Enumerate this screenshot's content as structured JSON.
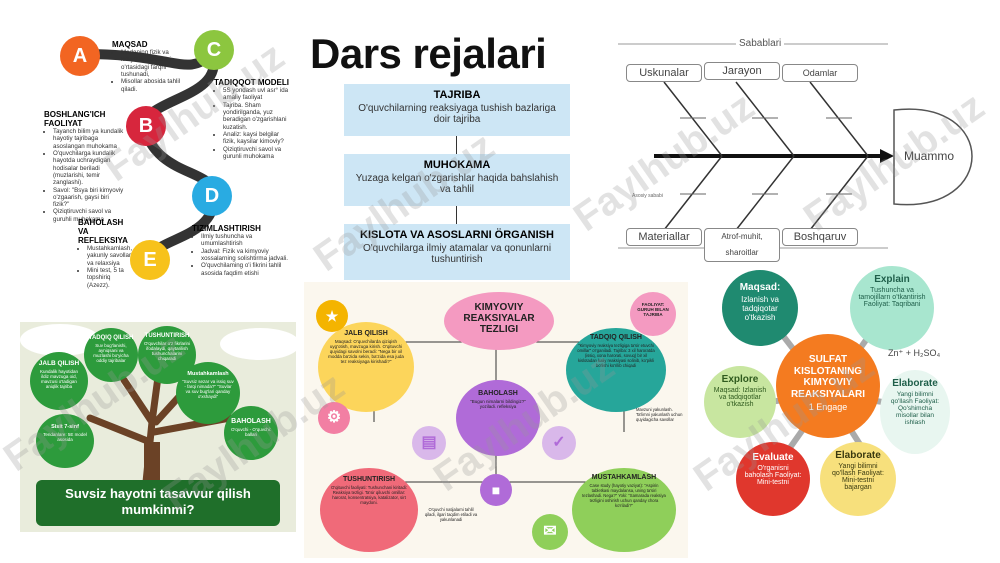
{
  "title": "Dars rejalari",
  "panel_abc": {
    "sections": [
      {
        "letter": "A",
        "color": "#f26522",
        "heading": "MAQSAD",
        "items": [
          "Modaning fizik va kimyoviy xossalari o'rtasidagi farqni tushunadi,",
          "Misollar abosida tahlil qiladi."
        ]
      },
      {
        "letter": "B",
        "color": "#d7263d",
        "heading": "BOSHLANG'ICH FAOLIYAT",
        "items": [
          "Tayanch bilim ya kundalik hayotiy tajribaga asoslangan muhokama",
          "O'quvchilarga kundalik hayotda uchraydigan hodisalar beriladi (muzlarishi, temir zanglashi).",
          "Savol: \"Bsya biri kimyoviy o'zgaarish, gaysi biri fizik?\"",
          "Qiziqtiruvchi savol va guruhli muhokama"
        ]
      },
      {
        "letter": "C",
        "color": "#8cc63f",
        "heading": "TADIQQOT MODELI",
        "items": [
          "5S yondash uvl asr° ida amaliy faoliyat",
          "Tajriba. Sham yondirilganda, yuz beradigan o'zgarishlani kuzatish.",
          "Analiz: kaysi belgilar fizik, kaysilar kimoviy?",
          "Qiziqtiruvchi savol va gurunli muhokama"
        ]
      },
      {
        "letter": "D",
        "color": "#29abe2",
        "heading": "TIZIMLASHTIRISH",
        "items": [
          "Ilmiy tushuncha va umumlashtirish",
          "Jadval: Fizik va kimyoviy xossalarning solishtirma jadvali.",
          "O'quvchilaming o'i fikrini tahlil asosida faqdim etishi"
        ]
      },
      {
        "letter": "E",
        "color": "#f7c21b",
        "heading": "BAHOLASH VA REFLEKSIYA",
        "items": [
          "Mustahkamlash, yakunly savollar va relaxsiya",
          "Mini test, 5 ta topshiriq (Azezz)."
        ]
      }
    ]
  },
  "panel_flow": {
    "steps": [
      {
        "title": "TAJRIBA",
        "text": "O'quvchilarning reaksiyaga tushish bazlariga doir tajriba"
      },
      {
        "title": "MUHOKAMA",
        "text": "Yuzaga kelgan o'zgarishlar haqida bahslahish va tahlil"
      },
      {
        "title": "KISLOTA VA ASOSLARNI ÖRGANISH",
        "text": "O'quvchilarga ilmiy atamalar va qonunlarni tushuntirish"
      }
    ]
  },
  "panel_fishbone": {
    "top_label": "Sabablari",
    "top_boxes": [
      "Uskunalar",
      "Jarayon",
      "Odamlar"
    ],
    "bottom_boxes": [
      "Materiallar",
      "Atrof-muhit, sharoitlar",
      "Boshqaruv"
    ],
    "head": "Muammo",
    "small_note": "Asosiy sababi"
  },
  "panel_tree": {
    "clouds": [
      {
        "title": "JALB QILISH",
        "text": "Kundalik hayotidan ildiz mavzuga oid, mavzusi o'tadigan aniqlik tajriba"
      },
      {
        "title": "TADQIQ QILISH",
        "text": "Suv bug'lanishi, ayniqsani va muzlashi bo'yicha oddiy tajribalar"
      },
      {
        "title": "TUSHUNTIRISH",
        "text": "O'quvchilar o'z fikrlarini ifodalaydi, qaytarilish tushunchalarini chiqaradi"
      },
      {
        "title": "Mustahkamlash",
        "text": "\"Suvsiz sezar va issiq suv - farqi nimada?\" \"Suvlar va suv bug'lari qanday o'xshaydi\""
      },
      {
        "title": "BAHOLASH",
        "text": "O'quvchi - O'quvchi: ballari"
      },
      {
        "title": "Sisit 7-sinf",
        "text": "Tendanlare: 5E model asosida"
      }
    ],
    "banner": "Suvsiz hayotni tasavvur qilish mumkinmi?"
  },
  "panel_mind": {
    "center": "KIMYOVIY REAKSIYALAR TEZLIGI",
    "faoliyat": "FAOLIYAT: GURUH BILAN TAJRIBA",
    "jalb": {
      "title": "JALB QILISH",
      "text": "Maqsad: O'quvchilarda qiziqish uyg'otish, mavzuga kirish. O'qituvchi quyidagi savolni beradi: \"Nega bir xil modda ba'zida sekin, ba'zida esa juda tez reaksiyaga kirishadi?\""
    },
    "tadqiq": {
      "title": "TADQIQ QILISH",
      "text": "\"Kimyoviy reaksiya tezligiga ta'sir etuvchi omillar\" o'rganiladi. Tajriba: 3 xil haroratda (issiq, xona harorati, sovuq) bir xil kislotadan kaliy reaksiyasi solinib, ko'pikli bo'lishi ko'rilib chiqadi"
    },
    "baholash": {
      "title": "BAHOLASH",
      "text": "\"Bugun nimalarni bildingiz?\" yoziladi. refleksiya"
    },
    "mustahkamlash": {
      "title": "MUSTAHKAMLASH",
      "text": "Case study (hayotiy vaziyat): \"Aspirin tabletkasi maydalansa, uning ta'siri tezlashadi. Nega?\" Yoki: \"Samarada reaksiya tezligini oshirish uchun qanday chora ko'riladi?\""
    },
    "tushuntirish": {
      "title": "TUSHUNTIRISH",
      "text": "O'qituvchi faoliyati: Tushunchani kiritadi: Reaksiya tezligi. Ta'sir qiluvchi omillar: harorat, konsentratsiya, katalizator, sirt maydoni."
    },
    "note_right": "Mavzuni yakunlash. Ta'limni yakunlash uchun quyidagicha savollar",
    "note_bottom": "O'quvchi natijalarni tahlil qiladi, ilgari taqdim etiladi va yakunlanadi"
  },
  "panel_5e": {
    "center_title": "SULFAT KISLOTANING KIMYOVIY REAKSIYALARI",
    "center_sub": "1 Engage",
    "formula": "Zn⁺ + H₂SO₄",
    "nodes": [
      {
        "title": "Maqsad:",
        "text": "Izlanish va tadqiqotar o'tkazish"
      },
      {
        "title": "Explain",
        "text": "Tushuncha va tamojillarn o'tkantirish Faoliyat: Taqribani"
      },
      {
        "title": "Explore",
        "text": "Maqsad: Izlanish va tadqiqotlar o'tkazish"
      },
      {
        "title": "Elaborate",
        "text": "Yangi bilimni qo'llash Faoliyat: Qo'shimcha misollar bilan ishlash"
      },
      {
        "title": "Evaluate",
        "text": "O'rganisni baholash Faoliyat: Mini-testni"
      },
      {
        "title": "Elaborate",
        "text": "Yangi bilimni qo'llash Faoliyat: Mini-testni bajargan"
      }
    ]
  },
  "watermark": "Faylhub.uz"
}
